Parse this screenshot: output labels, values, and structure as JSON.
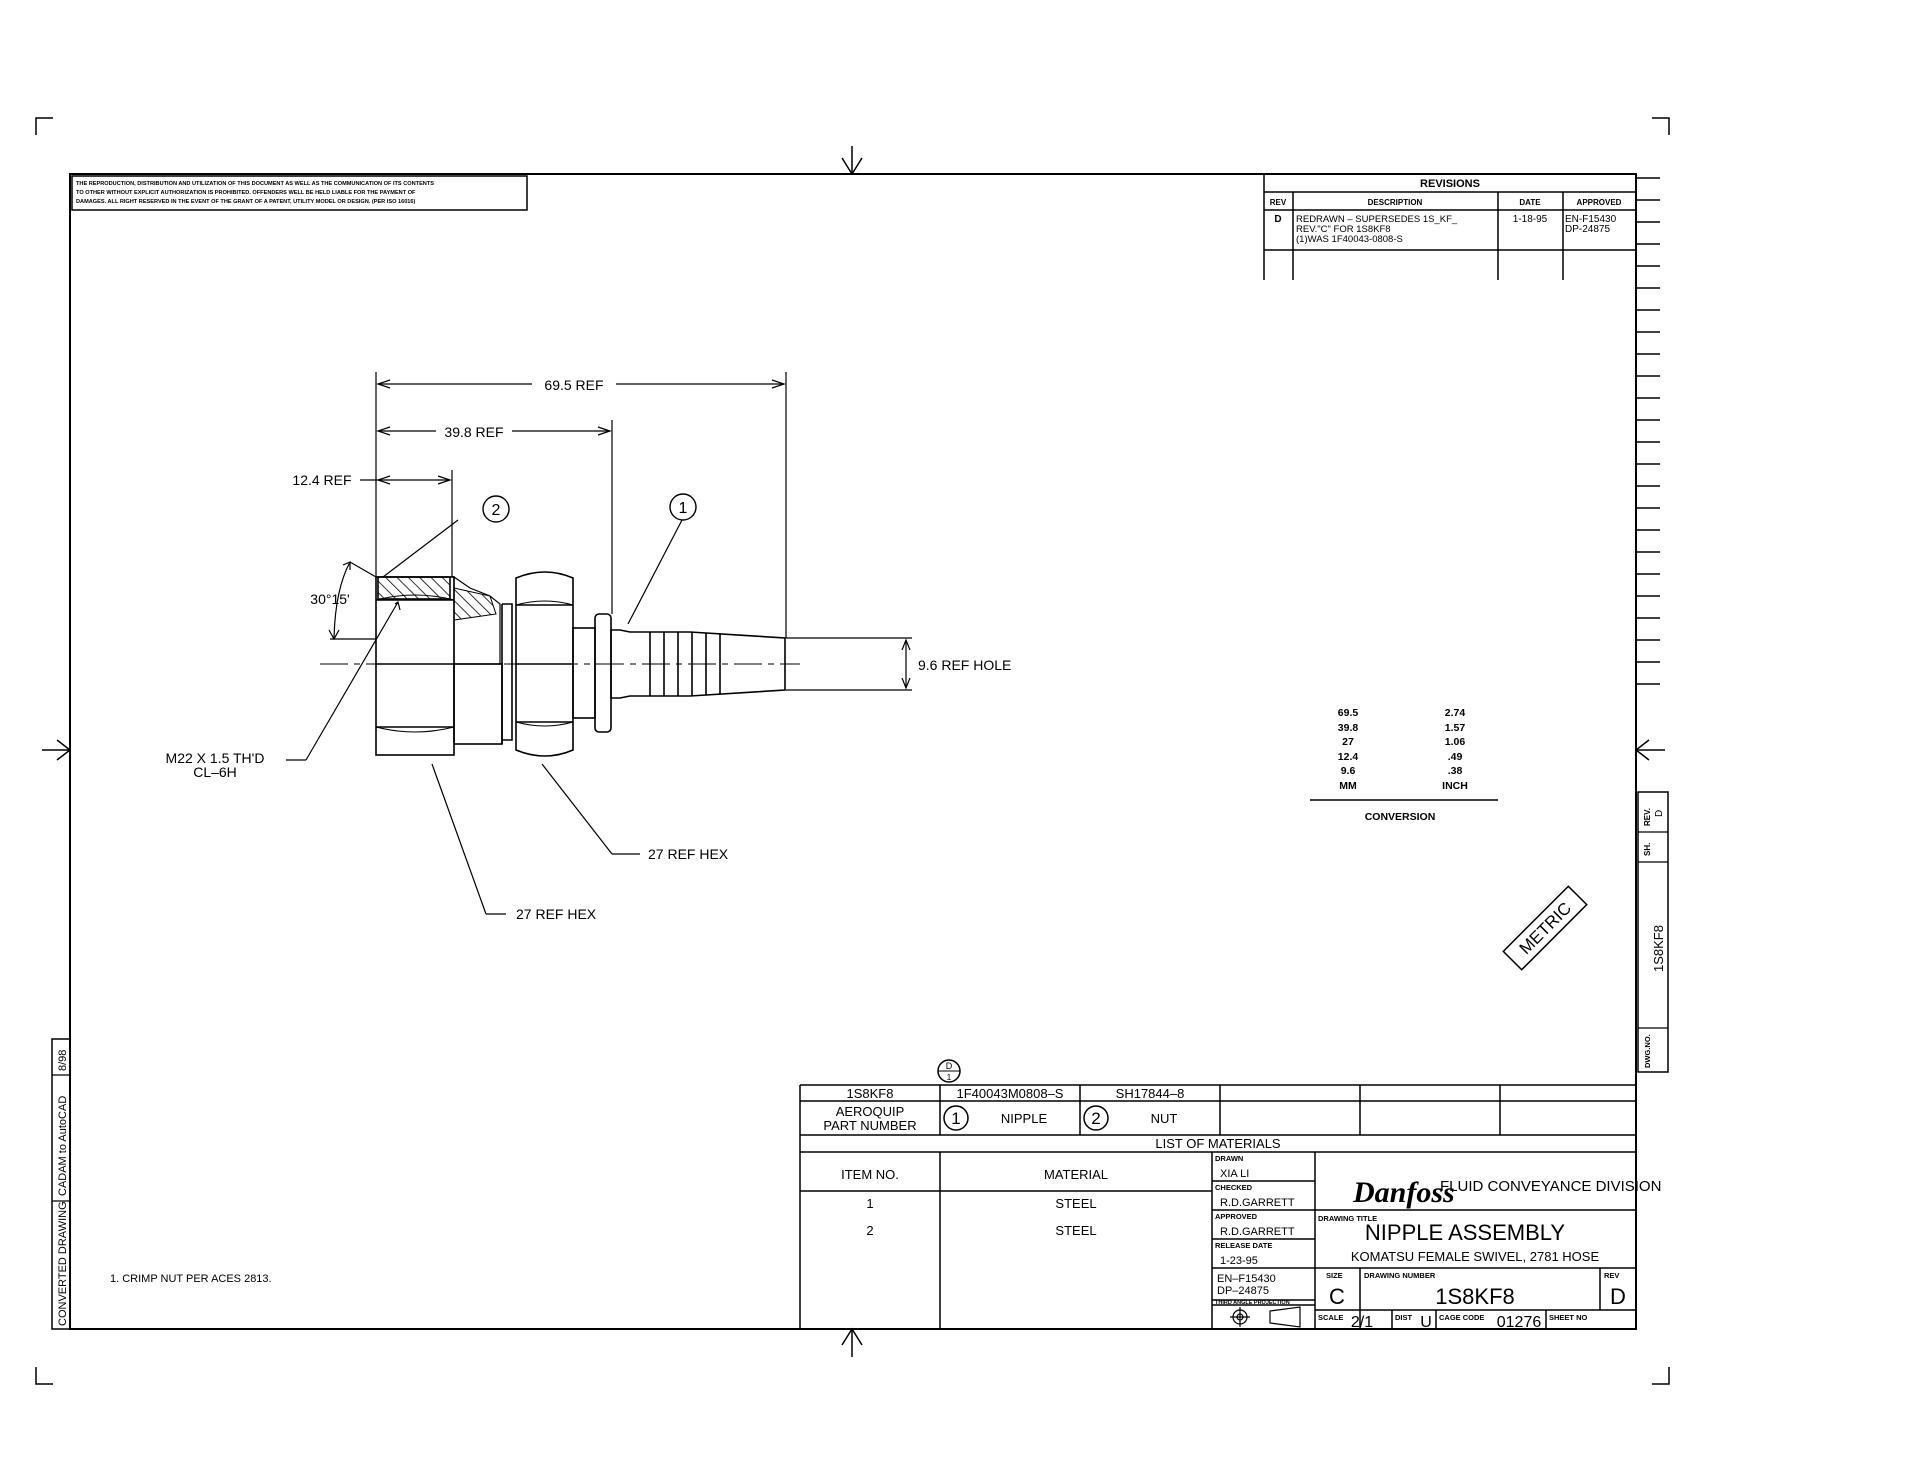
{
  "notice": {
    "line1": "THE REPRODUCTION, DISTRIBUTION AND UTILIZATION OF THIS DOCUMENT AS WELL AS THE COMMUNICATION OF ITS CONTENTS",
    "line2": "TO OTHER WITHOUT EXPLICIT AUTHORIZATION IS PROHIBITED. OFFENDERS WELL BE HELD LIABLE FOR THE PAYMENT OF",
    "line3": "DAMAGES. ALL RIGHT RESERVED IN THE EVENT OF THE GRANT OF A PATENT, UTILITY MODEL OR DESIGN. (PER ISO 16016)"
  },
  "revisions": {
    "title": "REVISIONS",
    "headers": {
      "rev": "REV",
      "description": "DESCRIPTION",
      "date": "DATE",
      "approved": "APPROVED"
    },
    "rows": [
      {
        "rev": "D",
        "desc1": "REDRAWN – SUPERSEDES 1S_KF_",
        "desc2": "REV.\"C\" FOR 1S8KF8",
        "desc3": "(1)WAS 1F40043-0808-S",
        "date": "1-18-95",
        "approved1": "EN-F15430",
        "approved2": "DP-24875"
      }
    ]
  },
  "dimensions": {
    "overall": "69.5 REF",
    "mid": "39.8 REF",
    "nut": "12.4 REF",
    "angle": "30°15'",
    "hole": "9.6 REF HOLE",
    "thread1": "M22 X 1.5 TH'D",
    "thread2": "CL–6H",
    "hex_nipple": "27 REF HEX",
    "hex_nut": "27 REF HEX",
    "balloon1": "1",
    "balloon2": "2"
  },
  "conversion": {
    "mm": [
      "69.5",
      "39.8",
      "27",
      "12.4",
      "9.6"
    ],
    "inch": [
      "2.74",
      "1.57",
      "1.06",
      ".49",
      ".38"
    ],
    "mm_label": "MM",
    "inch_label": "INCH",
    "title": "CONVERSION"
  },
  "metric_stamp": "METRIC",
  "side_strip": {
    "rev_label": "REV.",
    "rev_value": "D",
    "sh_label": "SH.",
    "dwg_label": "DWG.NO.",
    "dwg_value": "1S8KF8"
  },
  "converted": {
    "c1": "CONVERTED DRAWING",
    "c2": "CADAM to AutoCAD",
    "c3": "8/98"
  },
  "note": "1.   CRIMP NUT PER ACES 2813.",
  "parts": {
    "d_flag": "D",
    "d_flag_num": "1",
    "assembly": "1S8KF8",
    "nipple_pn": "1F40043M0808–S",
    "nut_pn": "SH17844–8",
    "aeroquip1": "AEROQUIP",
    "aeroquip2": "PART NUMBER",
    "item1_num": "1",
    "item1_name": "NIPPLE",
    "item2_num": "2",
    "item2_name": "NUT"
  },
  "materials": {
    "title": "LIST OF MATERIALS",
    "item_header": "ITEM NO.",
    "material_header": "MATERIAL",
    "rows": [
      {
        "item": "1",
        "material": "STEEL"
      },
      {
        "item": "2",
        "material": "STEEL"
      }
    ]
  },
  "title_block": {
    "drawn_label": "DRAWN",
    "drawn": "XIA LI",
    "checked_label": "CHECKED",
    "checked": "R.D.GARRETT",
    "approved_label": "APPROVED",
    "approved": "R.D.GARRETT",
    "release_label": "RELEASE DATE",
    "release": "1-23-95",
    "en": "EN–F15430",
    "dp": "DP–24875",
    "projection": "THIRD ANGLE PROJECTION",
    "logo": "Danfoss",
    "division": "FLUID CONVEYANCE DIVISION",
    "drawing_title_label": "DRAWING TITLE",
    "drawing_title": "NIPPLE ASSEMBLY",
    "subtitle": "KOMATSU FEMALE SWIVEL, 2781 HOSE",
    "size_label": "SIZE",
    "size": "C",
    "dwg_num_label": "DRAWING NUMBER",
    "dwg_num": "1S8KF8",
    "rev_label": "REV",
    "rev": "D",
    "scale_label": "SCALE",
    "scale": "2/1",
    "dist_label": "DIST",
    "dist": "U",
    "cage_label": "CAGE CODE",
    "cage": "01276",
    "sheet_label": "SHEET NO"
  },
  "colors": {
    "line": "#000000",
    "paper": "#ffffff"
  }
}
